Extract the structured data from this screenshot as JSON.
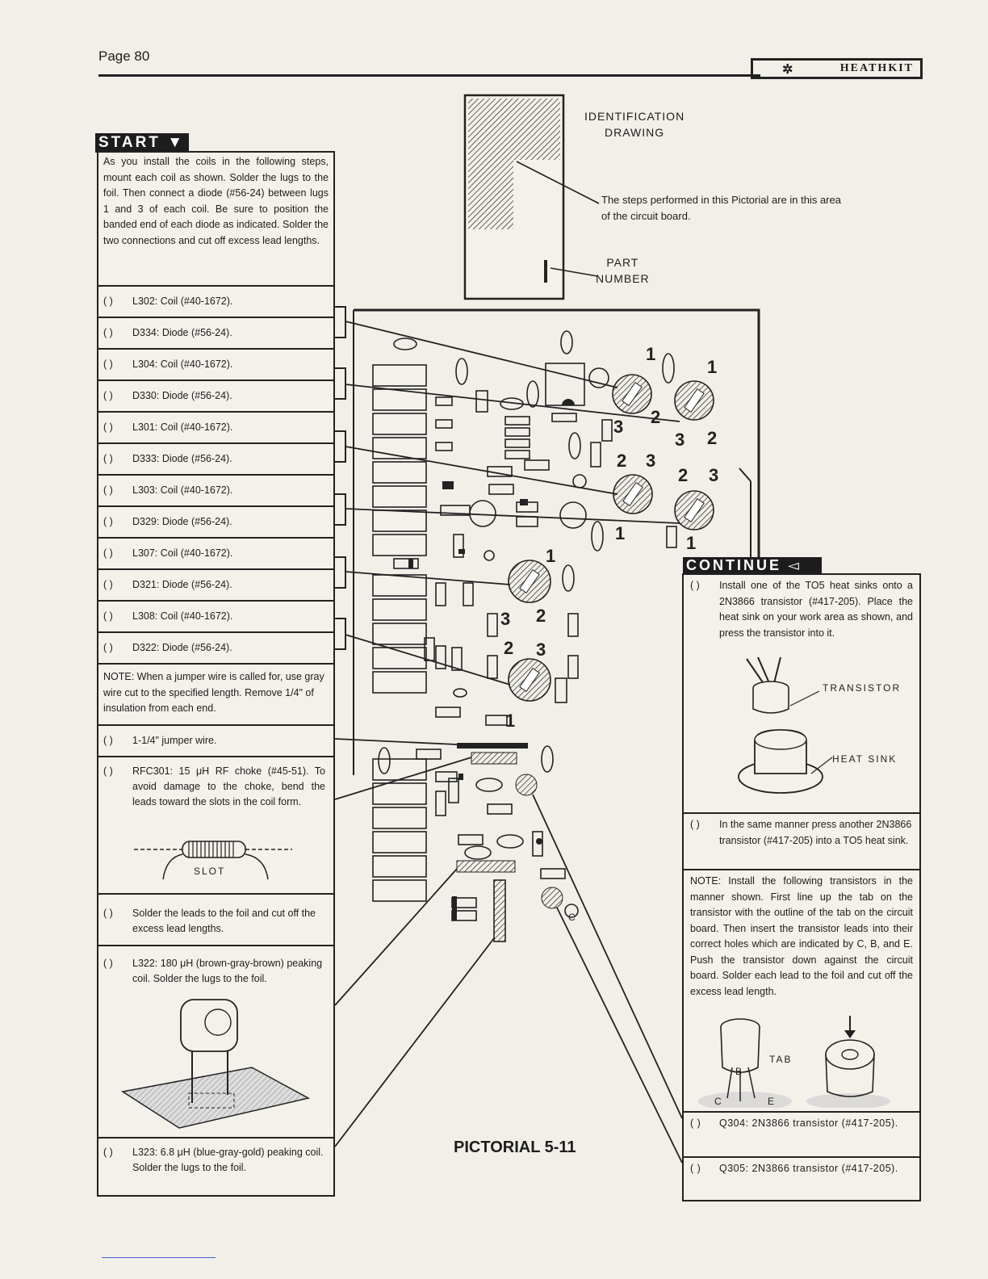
{
  "header": {
    "page_number": "Page 80",
    "brand": "HEATHKIT"
  },
  "identification": {
    "title_line1": "IDENTIFICATION",
    "title_line2": "DRAWING",
    "area_note": "The steps performed in this Pictorial are in this area of the circuit board.",
    "part_line1": "PART",
    "part_line2": "NUMBER"
  },
  "left": {
    "start_label": "START",
    "intro": "As you install the coils in the following steps, mount each coil as shown. Solder the lugs to the foil. Then connect a diode (#56-24) between lugs 1 and 3 of each coil. Be sure to position the banded end of each diode as indicated. Solder the two connections and cut off excess lead lengths.",
    "check": "(  )",
    "steps": [
      "L302: Coil (#40-1672).",
      "D334: Diode (#56-24).",
      "L304: Coil (#40-1672).",
      "D330: Diode (#56-24).",
      "L301: Coil (#40-1672).",
      "D333: Diode (#56-24).",
      "L303: Coil (#40-1672).",
      "D329: Diode (#56-24).",
      "L307: Coil (#40-1672).",
      "D321: Diode (#56-24).",
      "L308: Coil (#40-1672).",
      "D322: Diode (#56-24)."
    ],
    "note": "NOTE: When a jumper wire is called for, use gray wire cut to the specified length. Remove 1/4\" of insulation from each end.",
    "jumper": "1-1/4\" jumper wire.",
    "rfc": "RFC301: 15 μH RF choke (#45-51). To avoid damage to the choke, bend the leads toward the slots in the coil form.",
    "slot_label": "SLOT",
    "solder": "Solder the leads to the foil and cut off the excess lead lengths.",
    "l322": "L322: 180 μH (brown-gray-brown) peaking coil. Solder the lugs to the foil.",
    "l323": "L323: 6.8 μH (blue-gray-gold) peaking coil. Solder the lugs to the foil."
  },
  "right": {
    "continue_label": "CONTINUE",
    "heatsink_step": "Install one of the TO5 heat sinks onto a 2N3866 transistor (#417-205). Place the heat sink on your work area as shown, and press the transistor into it.",
    "transistor_label": "TRANSISTOR",
    "heatsink_label": "HEAT SINK",
    "second_step": "In the same manner press another 2N3866 transistor (#417-205) into a TO5 heat sink.",
    "note": "NOTE: Install the following transistors in the manner shown. First line up the tab on the transistor with the outline of the tab on the circuit board. Then insert the transistor leads into their correct holes which are indicated by C, B, and E. Push the transistor down against the circuit board. Solder each lead to the foil and cut off the excess lead length.",
    "tab_label": "TAB",
    "pin_b": "B",
    "pin_c": "C",
    "pin_e": "E",
    "q304": "Q304: 2N3866 transistor (#417-205).",
    "q305": "Q305: 2N3866 transistor (#417-205)."
  },
  "board": {
    "lug_numbers": [
      "1",
      "2",
      "3"
    ],
    "c_mark": "C"
  },
  "caption": "PICTORIAL 5-11"
}
